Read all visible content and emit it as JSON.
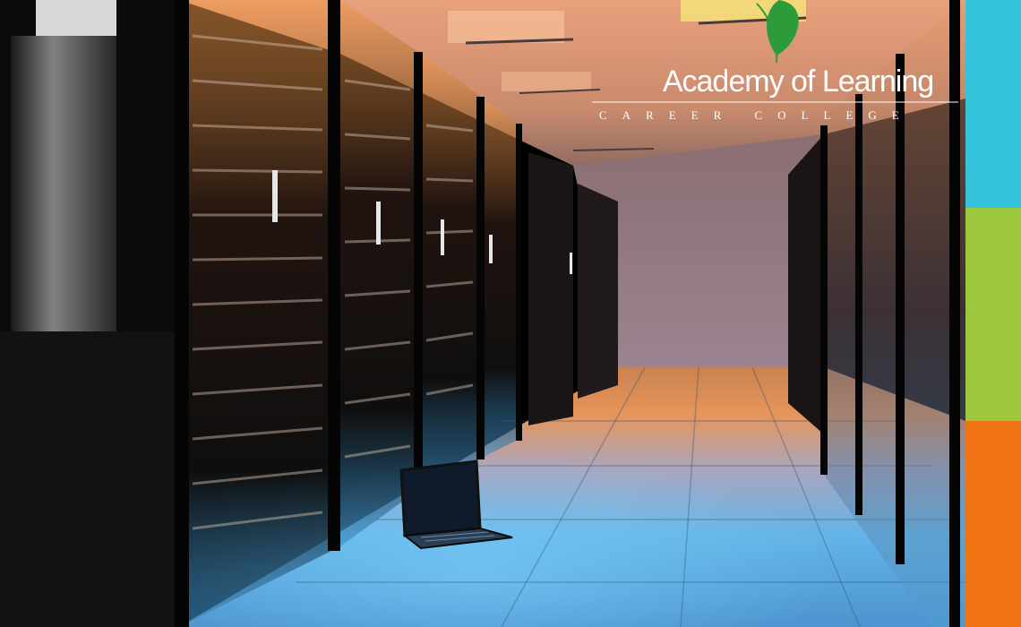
{
  "image": {
    "alt_subject": "server room with glass rack cabinets and a laptop on the floor"
  },
  "brand": {
    "name": "Academy of Learning",
    "tagline": "CAREER COLLEGE",
    "leaf_color": "#2e9b3a",
    "text_color": "#ffffff"
  },
  "palette": {
    "stripe_top": "#36c3dc",
    "stripe_mid": "#9cc63b",
    "stripe_bottom": "#f07314",
    "ceiling_warm": "#f0a070",
    "floor_cool": "#5fb2e6",
    "back_wall": "#8a6e78"
  }
}
